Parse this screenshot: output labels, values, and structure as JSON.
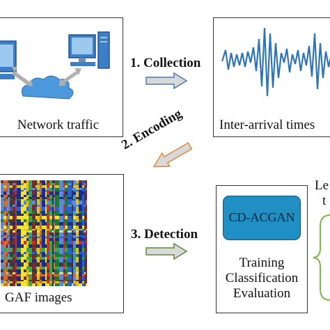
{
  "boxes": {
    "network": {
      "label": "Network traffic"
    },
    "interarrival": {
      "label": "Inter-arrival times"
    },
    "gaf": {
      "label": "GAF images"
    },
    "detector": {
      "model": "CD-ACGAN",
      "lines": [
        "Training",
        "Classification",
        "Evaluation"
      ]
    }
  },
  "steps": {
    "collection": "1. Collection",
    "encoding": "2. Encoding",
    "detection": "3. Detection"
  },
  "legend_partial": {
    "line1": "Le",
    "line2": "t"
  },
  "icons": {
    "computer_left": "computer-icon",
    "computer_right": "computer-icon",
    "cloud": "cloud-icon",
    "signal": "waveform-icon",
    "gaf_texture": "gaf-image"
  },
  "colors": {
    "arrow_fill": "#d9d9d9",
    "arrow_stroke": "#4a7ab5",
    "cd_acgan_fill": "#1f8fc4",
    "signal": "#2e75b6",
    "brace": "#7ab548",
    "computer": "#3d7fc6"
  }
}
